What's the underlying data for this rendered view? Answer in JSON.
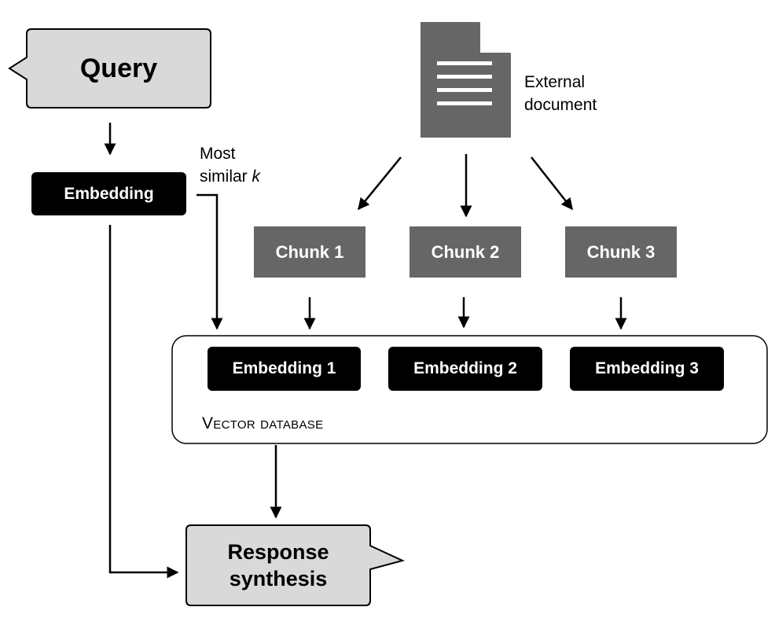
{
  "query_label": "Query",
  "query_embedding_label": "Embedding",
  "most_similar_line1": "Most",
  "most_similar_line2": "similar",
  "most_similar_k": "k",
  "external_doc_line1": "External",
  "external_doc_line2": "document",
  "chunks": [
    "Chunk 1",
    "Chunk 2",
    "Chunk 3"
  ],
  "embeddings": [
    "Embedding 1",
    "Embedding 2",
    "Embedding 3"
  ],
  "vector_db_label": "Vector database",
  "response_line1": "Response",
  "response_line2": "synthesis",
  "colors": {
    "bubble_fill": "#d9d9d9",
    "chunk_fill": "#666666",
    "document_fill": "#666666",
    "embedding_fill": "#000000"
  }
}
